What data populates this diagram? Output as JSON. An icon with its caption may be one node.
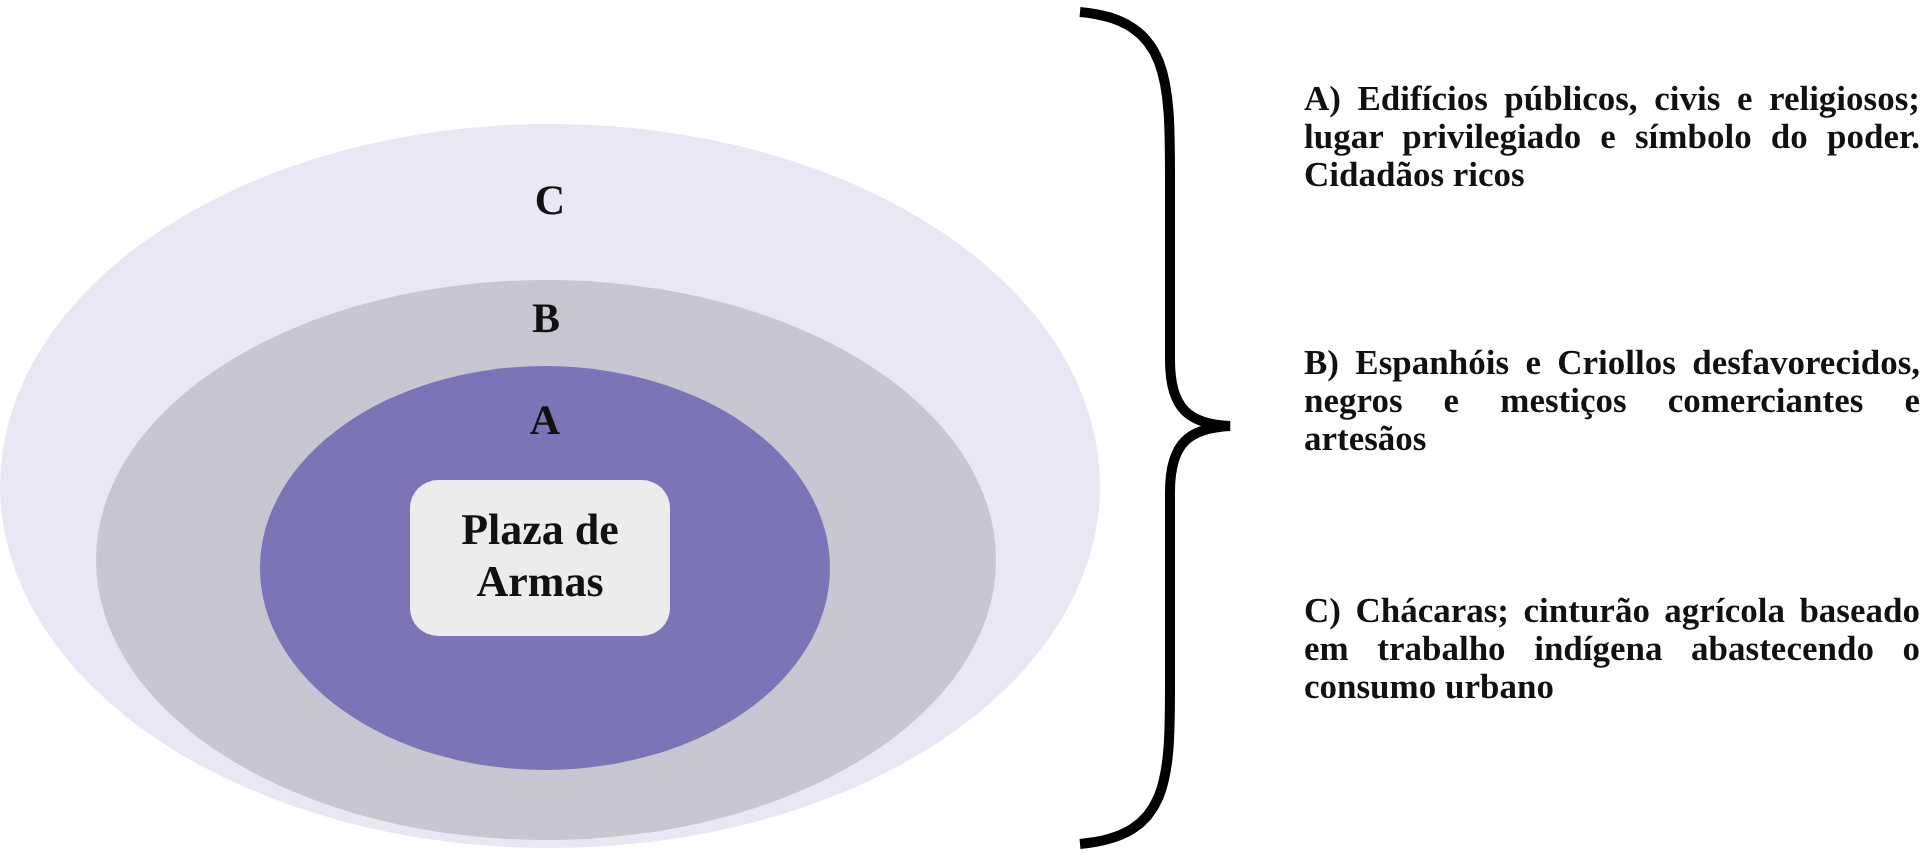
{
  "diagram": {
    "nodes": [
      {
        "text": [
          "C"
        ]
      },
      {
        "text": [
          "B"
        ],
        "in": 0
      },
      {
        "text": [
          "A"
        ],
        "in": 1
      },
      {
        "text": [
          "Plaza de Armas"
        ],
        "in": 2
      }
    ],
    "labels": [
      "A) Edifícios públicos, civis e religiosos; lugar privilegiado e símbolo do poder. Cidadãos ricos",
      "B) Espanhóis e Criollos desfavorecidos, negros e mestiços comerciantes e artesãos",
      "C) Chácaras; cinturão agrícola baseado em trabalho indígena abastecendo o consumo urbano"
    ]
  }
}
